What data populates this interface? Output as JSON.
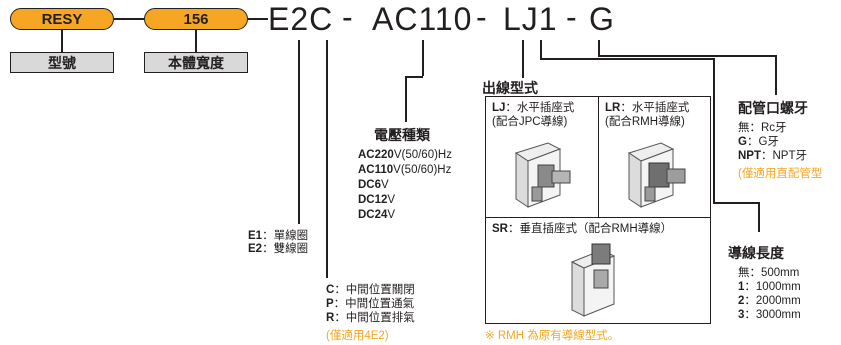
{
  "model": {
    "series": "RESY",
    "size": "156",
    "series_label": "型號",
    "size_label": "本體寬度",
    "code_e2c": "E2C",
    "dash1": "-",
    "dash2": "-",
    "dash3": "-",
    "code_voltage": "AC110",
    "code_lead": "LJ1",
    "code_pipe": "G"
  },
  "solenoid": {
    "e1_code": "E1",
    "e1_text": "：單線圈",
    "e2_code": "E2",
    "e2_text": "：雙線圈"
  },
  "center": {
    "c_code": "C",
    "c_text": "：中間位置關閉",
    "p_code": "P",
    "p_text": "：中間位置通氣",
    "r_code": "R",
    "r_text": "：中間位置排氣",
    "note": "(僅適用4E2)"
  },
  "voltage": {
    "title": "電壓種類",
    "items": [
      {
        "code": "AC220",
        "suffix": "V(50/60)Hz"
      },
      {
        "code": "AC110",
        "suffix": "V(50/60)Hz"
      },
      {
        "code": "DC6",
        "suffix": "V"
      },
      {
        "code": "DC12",
        "suffix": "V"
      },
      {
        "code": "DC24",
        "suffix": "V"
      }
    ]
  },
  "lead": {
    "title": "出線型式",
    "lj_code": "LJ",
    "lj_text": "：水平插座式",
    "lj_sub": "(配合JPC導線)",
    "lr_code": "LR",
    "lr_text": "：水平插座式",
    "lr_sub": "(配合RMH導線)",
    "sr_code": "SR",
    "sr_text": "：垂直插座式（配合RMH導線）",
    "note": "※ RMH 為原有導線型式。"
  },
  "pipe": {
    "title": "配管口螺牙",
    "none_text": "無：Rc牙",
    "g_code": "G",
    "g_text": "：G牙",
    "npt_code": "NPT",
    "npt_text": "：NPT牙",
    "note": "(僅適用直配管型"
  },
  "length": {
    "title": "導線長度",
    "none_text": "無：500mm",
    "items": [
      {
        "code": "1",
        "text": "：1000mm"
      },
      {
        "code": "2",
        "text": "：2000mm"
      },
      {
        "code": "3",
        "text": "：3000mm"
      }
    ]
  },
  "colors": {
    "accent": "#f6a623",
    "label_bg": "#d9d9d9",
    "ink": "#231f20"
  }
}
